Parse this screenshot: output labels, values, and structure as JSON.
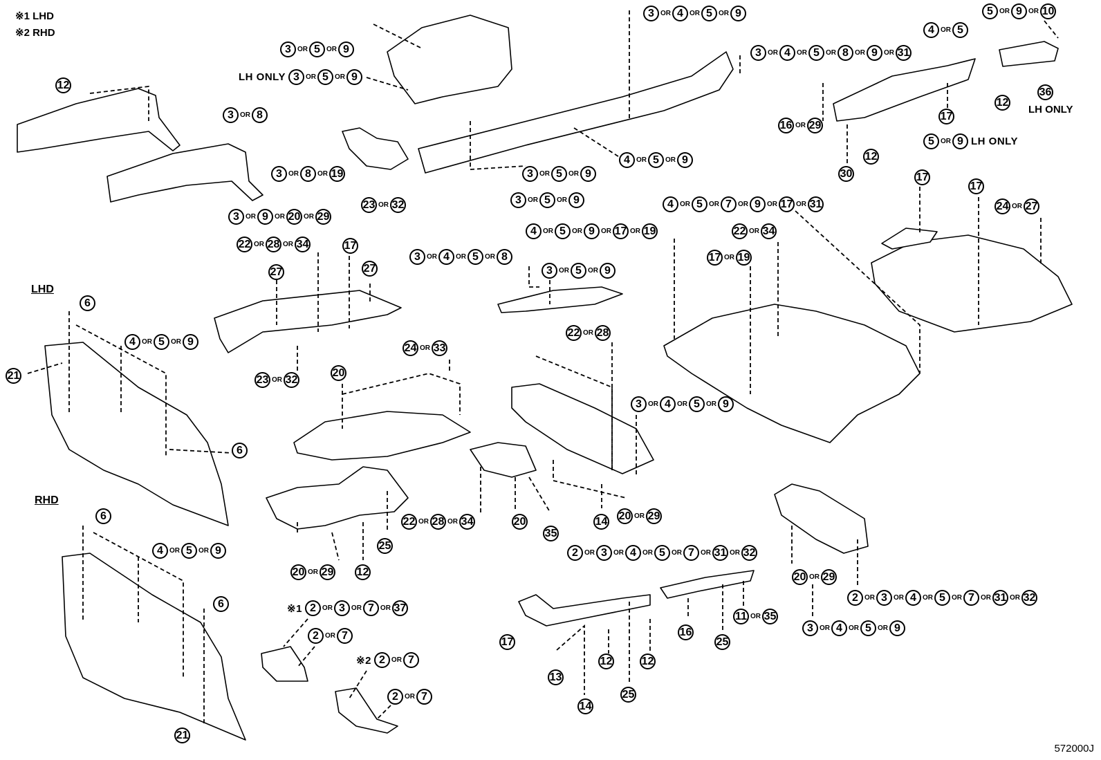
{
  "notes": [
    "※1 LHD",
    "※2 RHD"
  ],
  "headings": {
    "lhd": "LHD",
    "rhd": "RHD"
  },
  "figure_code": "572000J",
  "or_text": "OR",
  "lh_only": "LH ONLY",
  "callouts": [
    {
      "id": "c01",
      "pre": "",
      "nums": [
        "3",
        "4",
        "5",
        "9"
      ],
      "post": ""
    },
    {
      "id": "c02",
      "pre": "",
      "nums": [
        "3",
        "4",
        "5",
        "8",
        "9",
        "31"
      ],
      "post": ""
    },
    {
      "id": "c03",
      "pre": "",
      "nums": [
        "5",
        "9",
        "10"
      ],
      "post": ""
    },
    {
      "id": "c04",
      "pre": "",
      "nums": [
        "4",
        "5"
      ],
      "post": ""
    },
    {
      "id": "c05",
      "pre": "",
      "nums": [
        "3",
        "5",
        "9"
      ],
      "post": ""
    },
    {
      "id": "c06",
      "pre": "LH ONLY",
      "nums": [
        "3",
        "5",
        "9"
      ],
      "post": ""
    },
    {
      "id": "c07",
      "pre": "",
      "nums": [
        "12"
      ],
      "post": ""
    },
    {
      "id": "c08",
      "pre": "",
      "nums": [
        "3",
        "8"
      ],
      "post": ""
    },
    {
      "id": "c09",
      "pre": "",
      "nums": [
        "3",
        "8",
        "19"
      ],
      "post": ""
    },
    {
      "id": "c10",
      "pre": "",
      "nums": [
        "23",
        "32"
      ],
      "post": ""
    },
    {
      "id": "c11",
      "pre": "",
      "nums": [
        "3",
        "9",
        "20",
        "29"
      ],
      "post": ""
    },
    {
      "id": "c12",
      "pre": "",
      "nums": [
        "3",
        "5",
        "9"
      ],
      "post": ""
    },
    {
      "id": "c13",
      "pre": "",
      "nums": [
        "3",
        "5",
        "9"
      ],
      "post": ""
    },
    {
      "id": "c14",
      "pre": "",
      "nums": [
        "4",
        "5",
        "9"
      ],
      "post": ""
    },
    {
      "id": "c15",
      "pre": "",
      "nums": [
        "36"
      ],
      "post": ""
    },
    {
      "id": "c16",
      "pre": "",
      "nums": [
        "12"
      ],
      "post": ""
    },
    {
      "id": "c17",
      "pre": "",
      "nums": [
        "16",
        "29"
      ],
      "post": ""
    },
    {
      "id": "c18",
      "pre": "",
      "nums": [
        "17"
      ],
      "post": ""
    },
    {
      "id": "c19",
      "pre": "",
      "nums": [
        "5",
        "9"
      ],
      "post": "LH ONLY"
    },
    {
      "id": "c20",
      "pre": "",
      "nums": [
        "12"
      ],
      "post": ""
    },
    {
      "id": "c21",
      "pre": "",
      "nums": [
        "30"
      ],
      "post": ""
    },
    {
      "id": "c22",
      "pre": "",
      "nums": [
        "17"
      ],
      "post": ""
    },
    {
      "id": "c23",
      "pre": "",
      "nums": [
        "17"
      ],
      "post": ""
    },
    {
      "id": "c24",
      "pre": "",
      "nums": [
        "24",
        "27"
      ],
      "post": ""
    },
    {
      "id": "c25",
      "pre": "",
      "nums": [
        "4",
        "5",
        "7",
        "9",
        "17",
        "31"
      ],
      "post": ""
    },
    {
      "id": "c26",
      "pre": "",
      "nums": [
        "22",
        "34"
      ],
      "post": ""
    },
    {
      "id": "c27",
      "pre": "",
      "nums": [
        "17",
        "19"
      ],
      "post": ""
    },
    {
      "id": "c28",
      "pre": "",
      "nums": [
        "4",
        "5",
        "9",
        "17",
        "19"
      ],
      "post": ""
    },
    {
      "id": "c29",
      "pre": "",
      "nums": [
        "3",
        "4",
        "5",
        "8"
      ],
      "post": ""
    },
    {
      "id": "c30",
      "pre": "",
      "nums": [
        "3",
        "5",
        "9"
      ],
      "post": ""
    },
    {
      "id": "c31",
      "pre": "",
      "nums": [
        "22",
        "28",
        "34"
      ],
      "post": ""
    },
    {
      "id": "c32",
      "pre": "",
      "nums": [
        "17"
      ],
      "post": ""
    },
    {
      "id": "c33",
      "pre": "",
      "nums": [
        "27"
      ],
      "post": ""
    },
    {
      "id": "c34",
      "pre": "",
      "nums": [
        "27"
      ],
      "post": ""
    },
    {
      "id": "c35",
      "pre": "",
      "nums": [
        "23",
        "32"
      ],
      "post": ""
    },
    {
      "id": "c36",
      "pre": "",
      "nums": [
        "6"
      ],
      "post": ""
    },
    {
      "id": "c37",
      "pre": "",
      "nums": [
        "4",
        "5",
        "9"
      ],
      "post": ""
    },
    {
      "id": "c38",
      "pre": "",
      "nums": [
        "21"
      ],
      "post": ""
    },
    {
      "id": "c39",
      "pre": "",
      "nums": [
        "6"
      ],
      "post": ""
    },
    {
      "id": "c40",
      "pre": "",
      "nums": [
        "20"
      ],
      "post": ""
    },
    {
      "id": "c41",
      "pre": "",
      "nums": [
        "24",
        "33"
      ],
      "post": ""
    },
    {
      "id": "c42",
      "pre": "",
      "nums": [
        "22",
        "28"
      ],
      "post": ""
    },
    {
      "id": "c43",
      "pre": "",
      "nums": [
        "3",
        "4",
        "5",
        "9"
      ],
      "post": ""
    },
    {
      "id": "c44",
      "pre": "",
      "nums": [
        "25"
      ],
      "post": ""
    },
    {
      "id": "c45",
      "pre": "",
      "nums": [
        "22",
        "28",
        "34"
      ],
      "post": ""
    },
    {
      "id": "c46",
      "pre": "",
      "nums": [
        "20"
      ],
      "post": ""
    },
    {
      "id": "c47",
      "pre": "",
      "nums": [
        "35"
      ],
      "post": ""
    },
    {
      "id": "c48",
      "pre": "",
      "nums": [
        "14"
      ],
      "post": ""
    },
    {
      "id": "c49",
      "pre": "",
      "nums": [
        "20",
        "29"
      ],
      "post": ""
    },
    {
      "id": "c50",
      "pre": "",
      "nums": [
        "20",
        "29"
      ],
      "post": ""
    },
    {
      "id": "c51",
      "pre": "",
      "nums": [
        "12"
      ],
      "post": ""
    },
    {
      "id": "c52",
      "pre": "",
      "nums": [
        "6"
      ],
      "post": ""
    },
    {
      "id": "c53",
      "pre": "",
      "nums": [
        "4",
        "5",
        "9"
      ],
      "post": ""
    },
    {
      "id": "c54",
      "pre": "",
      "nums": [
        "6"
      ],
      "post": ""
    },
    {
      "id": "c55",
      "pre": "",
      "nums": [
        "21"
      ],
      "post": ""
    },
    {
      "id": "c56",
      "pre": "",
      "nums": [
        "2",
        "3",
        "4",
        "5",
        "7",
        "31",
        "32"
      ],
      "post": ""
    },
    {
      "id": "c57",
      "pre": "",
      "nums": [
        "20",
        "29"
      ],
      "post": ""
    },
    {
      "id": "c58",
      "pre": "",
      "nums": [
        "2",
        "3",
        "4",
        "5",
        "7",
        "31",
        "32"
      ],
      "post": ""
    },
    {
      "id": "c59",
      "pre": "",
      "nums": [
        "3",
        "4",
        "5",
        "9"
      ],
      "post": ""
    },
    {
      "id": "c60",
      "pre": "※1",
      "nums": [
        "2",
        "3",
        "7",
        "37"
      ],
      "post": ""
    },
    {
      "id": "c61",
      "pre": "",
      "nums": [
        "2",
        "7"
      ],
      "post": ""
    },
    {
      "id": "c62",
      "pre": "※2",
      "nums": [
        "2",
        "7"
      ],
      "post": ""
    },
    {
      "id": "c63",
      "pre": "",
      "nums": [
        "2",
        "7"
      ],
      "post": ""
    },
    {
      "id": "c64",
      "pre": "",
      "nums": [
        "17"
      ],
      "post": ""
    },
    {
      "id": "c65",
      "pre": "",
      "nums": [
        "13"
      ],
      "post": ""
    },
    {
      "id": "c66",
      "pre": "",
      "nums": [
        "12"
      ],
      "post": ""
    },
    {
      "id": "c67",
      "pre": "",
      "nums": [
        "12"
      ],
      "post": ""
    },
    {
      "id": "c68",
      "pre": "",
      "nums": [
        "14"
      ],
      "post": ""
    },
    {
      "id": "c69",
      "pre": "",
      "nums": [
        "25"
      ],
      "post": ""
    },
    {
      "id": "c70",
      "pre": "",
      "nums": [
        "16"
      ],
      "post": ""
    },
    {
      "id": "c71",
      "pre": "",
      "nums": [
        "25"
      ],
      "post": ""
    },
    {
      "id": "c72",
      "pre": "",
      "nums": [
        "11",
        "35"
      ],
      "post": ""
    }
  ]
}
